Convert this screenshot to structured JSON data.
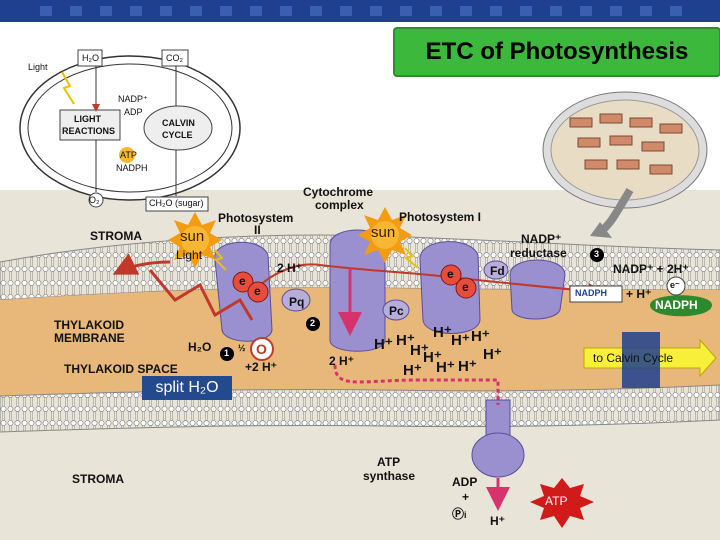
{
  "colors": {
    "topbar": "#1f3f8f",
    "title_bg": "#3cb83c",
    "stroma": "#e9e4d8",
    "membrane": "#d9c08a",
    "lumen": "#e8b77a",
    "protein": "#9a8fcf",
    "electron": "#c0392b",
    "arrow": "#c0392b",
    "split_box": "#234a8f",
    "calvin_arrow": "#f7ef3a",
    "atp_star": "#d11a1a",
    "nadph_logo": "#2c8a2c"
  },
  "title": "ETC of Photosynthesis",
  "overview": {
    "light": "Light",
    "h2o": "H₂O",
    "co2": "CO₂",
    "nadp": "NADP⁺",
    "adp": "ADP",
    "light_reactions_1": "LIGHT",
    "light_reactions_2": "REACTIONS",
    "calvin_1": "CALVIN",
    "calvin_2": "CYCLE",
    "atp": "ATP",
    "nadph": "NADPH",
    "o2": "O₂",
    "sugar": "CH₂O (sugar)"
  },
  "labels": {
    "cytochrome_1": "Cytochrome",
    "cytochrome_2": "complex",
    "photosystem2_1": "Photosystem",
    "photosystem2_2": "II",
    "photosystem1": "Photosystem I",
    "nadp_reductase_1": "NADP⁺",
    "nadp_reductase_2": "reductase",
    "stroma_top": "STROMA",
    "stroma_bottom": "STROMA",
    "thylakoid_membrane_1": "THYLAKOID",
    "thylakoid_membrane_2": "MEMBRANE",
    "thylakoid_space": "THYLAKOID SPACE",
    "light_word": "Light",
    "pq": "Pq",
    "pc": "Pc",
    "fd": "Fd",
    "two_h_top": "2 H⁺",
    "two_h_lumen": "2 H⁺",
    "h2o": "H₂O",
    "half_o2": "½",
    "plus_2h": "+2 H⁺",
    "nadp_eq": "NADP⁺ + 2H⁺",
    "nadph_box": "NADPH",
    "plus_h": "+ H⁺",
    "atp_synthase_1": "ATP",
    "atp_synthase_2": "synthase",
    "adp": "ADP",
    "plus": "+",
    "pi": "Ⓟ",
    "pi_sub": "i",
    "h_bottom": "H⁺",
    "step1": "1",
    "step2": "2",
    "step3": "3"
  },
  "annotations": {
    "sun_left": "sun",
    "sun_right": "sun",
    "electron": "e",
    "oxygen": "O",
    "split": "split H₂O",
    "calvin": "to Calvin Cycle",
    "atp": "ATP",
    "nadph_logo": "NADPH",
    "e_minus": "e⁻"
  },
  "h_ions": [
    "H⁺",
    "H⁺",
    "H⁺",
    "H⁺",
    "H⁺",
    "H⁺",
    "H⁺",
    "H⁺",
    "H⁺",
    "H⁺",
    "H⁺",
    "H⁺"
  ]
}
